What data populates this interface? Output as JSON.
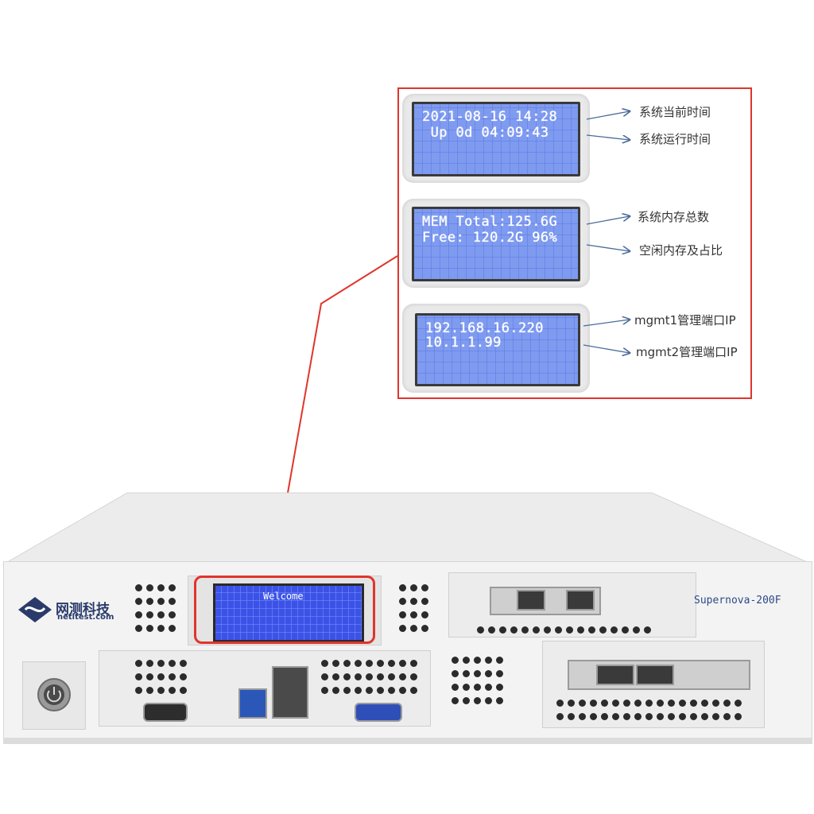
{
  "device": {
    "brand_cn": "网测科技",
    "brand_en": "netitest.com",
    "model": "Supernova-200F",
    "front_lcd_text": "Welcome"
  },
  "callout": {
    "screens": [
      {
        "line1": "2021-08-16 14:28",
        "line2": " Up 0d 04:09:43",
        "label1": "系统当前时间",
        "label2": "系统运行时间"
      },
      {
        "line1": "MEM Total:125.6G",
        "line2": "Free: 120.2G 96%",
        "label1": "系统内存总数",
        "label2": "空闲内存及占比"
      },
      {
        "line1": "192.168.16.220",
        "line2": "10.1.1.99",
        "label1": "mgmt1管理端口IP",
        "label2": "mgmt2管理端口IP"
      }
    ]
  },
  "colors": {
    "highlight": "#e0342c",
    "lcd_blue": "#7f9bf0",
    "front_lcd_blue": "#3c52e6",
    "brand": "#2a3b6b"
  },
  "icons": [
    "power-button-icon",
    "brand-logo-icon",
    "arrow-icon"
  ]
}
